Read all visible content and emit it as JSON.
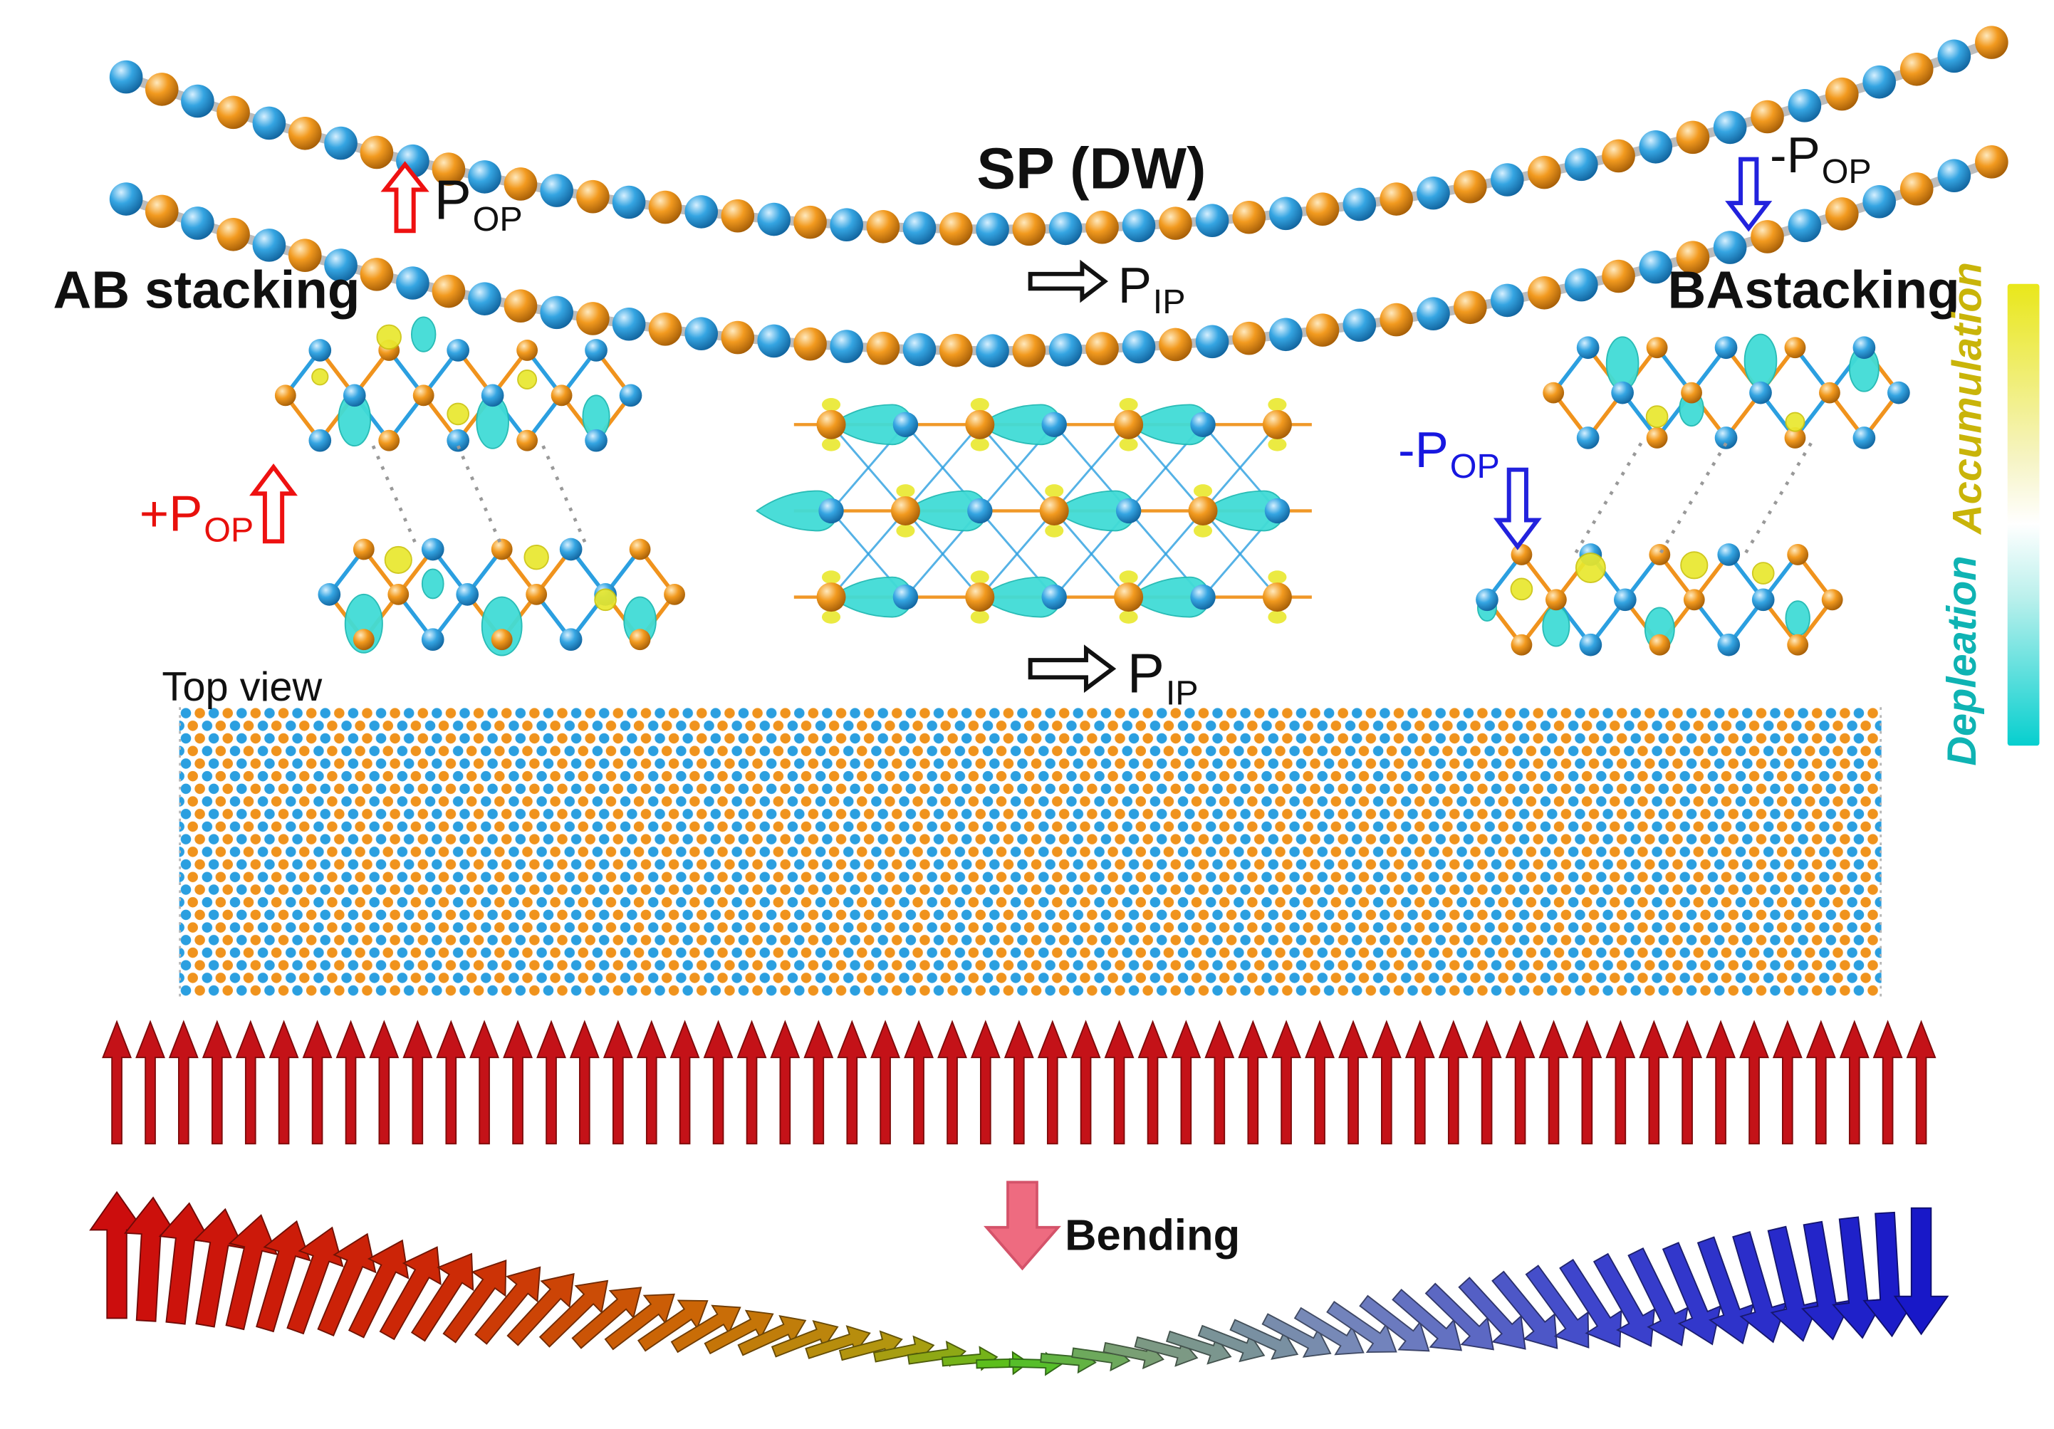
{
  "labels": {
    "sp_dw": "SP (DW)",
    "ab_stacking": "AB stacking",
    "ba_stacking": "BAstacking",
    "top_view": "Top view",
    "bending": "Bending"
  },
  "polarization": {
    "p_op": {
      "main": "P",
      "sub": "OP"
    },
    "neg_p_op": {
      "main": "-P",
      "sub": "OP"
    },
    "plus_p_op": {
      "main": "+P",
      "sub": "OP"
    },
    "p_ip": {
      "main": "P",
      "sub": "IP"
    }
  },
  "colorbar": {
    "top_label": "Accumulation",
    "bottom_label": "Depleation"
  },
  "colors": {
    "atom_blue": "#2b9fe0",
    "atom_orange": "#f0931d",
    "bond_gray": "#bcbcbc",
    "arrow_red": "#c41218",
    "arrow_blue": "#1822c8",
    "outline_red": "#ee1111",
    "outline_blue": "#2222dd",
    "outline_black": "#111111",
    "iso_cyan": "#41dcd6",
    "iso_yellow": "#e9e82e",
    "bending_pink": "#ee6b80",
    "accum_text": "#c9b409",
    "depl_text": "#0fb3b3",
    "colorbar_top": "#e9e71a",
    "colorbar_mid": "#ffffff",
    "colorbar_bottom": "#06cfcf"
  },
  "field": {
    "up_arrows": 55,
    "bend_arrows": 56
  }
}
